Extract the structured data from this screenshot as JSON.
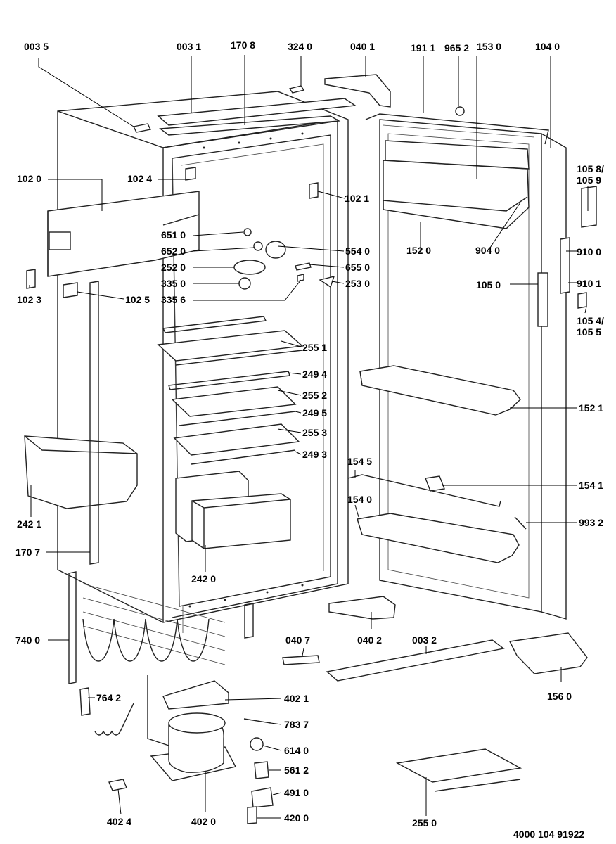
{
  "labels": {
    "p0035": "003 5",
    "p0031": "003 1",
    "p1708": "170 8",
    "p3240": "324 0",
    "p0401": "040 1",
    "p1911": "191 1",
    "p9652": "965 2",
    "p1530": "153 0",
    "p1040": "104 0",
    "p1058": "105 8/",
    "p1059": "105 9",
    "p1020": "102 0",
    "p1024": "102 4",
    "p1021": "102 1",
    "p6510": "651 0",
    "p6520": "652 0",
    "p5540": "554 0",
    "p2520": "252 0",
    "p6550": "655 0",
    "p3350": "335 0",
    "p2530": "253 0",
    "p3356": "335 6",
    "p1520": "152 0",
    "p9040": "904 0",
    "p9100": "910 0",
    "p1050": "105 0",
    "p9101": "910 1",
    "p1054": "105 4/",
    "p1055": "105 5",
    "p1023": "102 3",
    "p1025": "102 5",
    "p2551": "255 1",
    "p2494": "249 4",
    "p2552": "255 2",
    "p2495": "249 5",
    "p2553": "255 3",
    "p2493": "249 3",
    "p1521": "152 1",
    "p1545": "154 5",
    "p1541": "154 1",
    "p1540": "154 0",
    "p9932": "993 2",
    "p2421": "242 1",
    "p1707": "170 7",
    "p2420": "242 0",
    "p7400": "740 0",
    "p0407": "040 7",
    "p0402": "040 2",
    "p0032": "003 2",
    "p1560": "156 0",
    "p7642": "764 2",
    "p4021": "402 1",
    "p7837": "783 7",
    "p6140": "614 0",
    "p5612": "561 2",
    "p4910": "491 0",
    "p4024": "402 4",
    "p4020": "402 0",
    "p4200": "420 0",
    "p2550": "255 0"
  },
  "reference_number": "4000 104 91922"
}
